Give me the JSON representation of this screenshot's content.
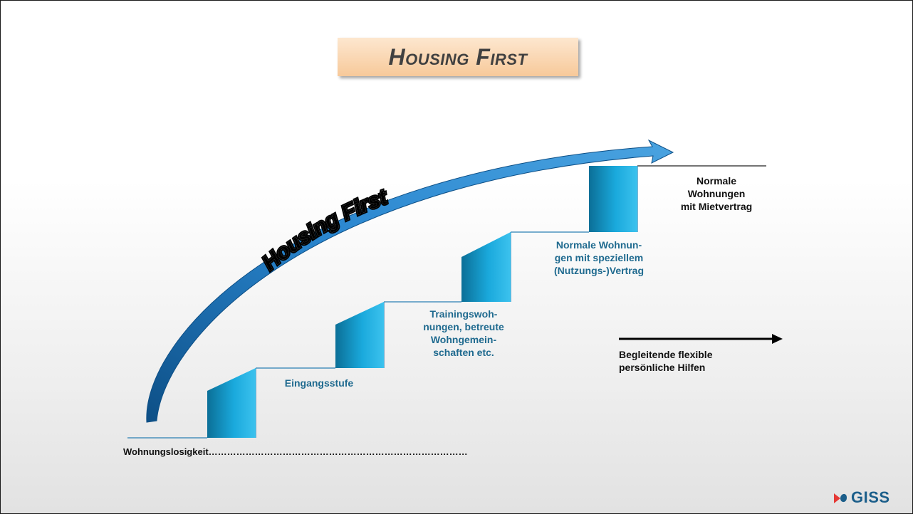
{
  "title": "Housing First",
  "arrow_label": "Housing First",
  "stages": [
    "Eingangsstufe",
    "Trainingswoh-\nnungen, betreute\nWohngemein-\nschaften etc.",
    "Normale Wohnun-\ngen mit speziellem\n(Nutzungs-)Vertrag",
    "Normale\nWohnungen\nmit Mietvertrag"
  ],
  "baseline_label": "Wohnungslosigkeit…………………………………………………………………………",
  "support_label": "Begleitende flexible\npersönliche Hilfen",
  "logo": {
    "text": "GISS"
  },
  "colors": {
    "step": "#1aa9dc",
    "step_dark": "#0b6f97",
    "arrow": "#1f7fc4",
    "title_bg": "#f7c99a",
    "stage_text": "#1f6a8f"
  }
}
